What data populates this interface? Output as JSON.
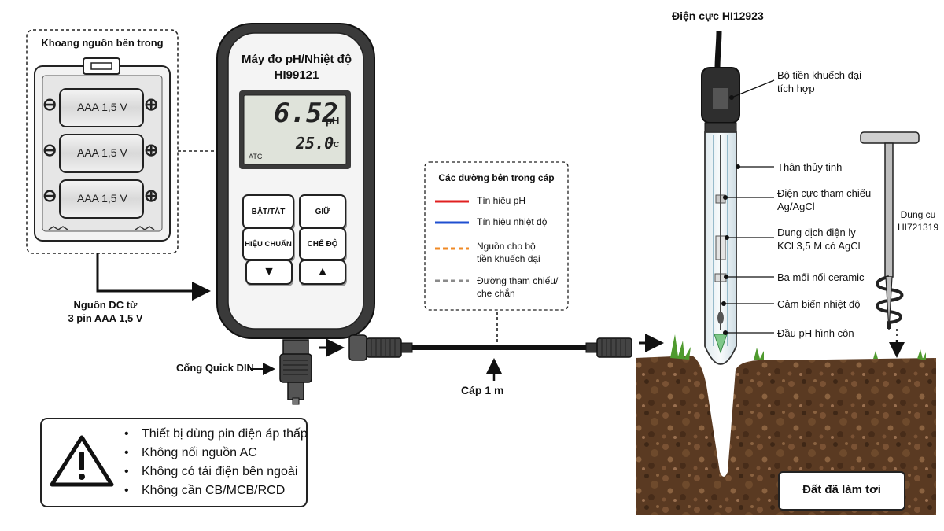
{
  "battery": {
    "title": "Khoang nguồn bên trong",
    "cells": [
      "AAA 1,5 V",
      "AAA 1,5 V",
      "AAA 1,5 V"
    ],
    "minus": "⊖",
    "plus": "⊕",
    "source_label": "Nguồn DC từ\n3 pin AAA 1,5 V"
  },
  "meter": {
    "title_line1": "Máy đo pH/Nhiệt độ",
    "title_line2": "HI99121",
    "ph_value": "6.52",
    "ph_unit": "pH",
    "temp_value": "25.0",
    "temp_unit": "°C",
    "atc": "ATC",
    "buttons": {
      "power": "BẬT/TẮT",
      "hold": "GIỮ",
      "calibrate": "HIỆU CHUẨN",
      "mode": "CHẾ ĐỘ",
      "down": "▼",
      "up": "▲"
    },
    "port_label": "Cổng Quick DIN"
  },
  "cable": {
    "legend_title": "Các đường bên trong cáp",
    "legend": [
      {
        "text": "Tín hiệu pH",
        "color": "#e02020",
        "dashed": false
      },
      {
        "text": "Tín hiệu nhiệt độ",
        "color": "#1f4fd0",
        "dashed": false
      },
      {
        "text": "Nguồn cho bộ\ntiền khuếch đại",
        "color": "#f08a24",
        "dashed": true
      },
      {
        "text": "Đường tham chiếu/\nche chắn",
        "color": "#8a8a8a",
        "dashed": true
      }
    ],
    "label": "Cáp 1 m"
  },
  "electrode": {
    "title": "Điện cực HI12923",
    "parts": [
      "Bộ tiền khuếch đại\ntích hợp",
      "Thân thủy tinh",
      "Điện cực tham chiếu\nAg/AgCl",
      "Dung dịch điện ly\nKCl 3,5 M có AgCl",
      "Ba mối nối ceramic",
      "Cảm biến nhiệt độ",
      "Đầu pH hình côn"
    ]
  },
  "tool": {
    "label": "Dụng cụ\nHI721319"
  },
  "soil": {
    "label": "Đất đã làm tơi"
  },
  "warning": {
    "items": [
      "Thiết bị dùng pin điện áp thấp",
      "Không nối nguồn AC",
      "Không có tải điện bên ngoài",
      "Không cần CB/MCB/RCD"
    ]
  },
  "colors": {
    "soil": "#5a3a22",
    "soil_light": "#7a5234",
    "grass": "#4f9a2e",
    "outline": "#222222"
  }
}
